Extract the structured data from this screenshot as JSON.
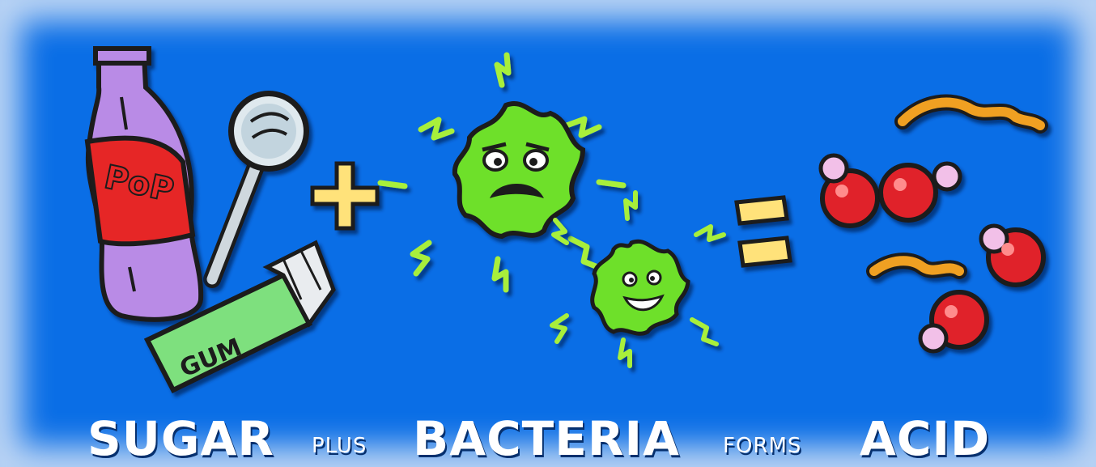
{
  "illustration": {
    "bottle_text": "PoP",
    "gum_text": "GUM",
    "colors": {
      "background": "#0a6ee6",
      "bottle": "#b98be6",
      "bottle_label": "#e62828",
      "gum_wrapper": "#7ee07e",
      "bacteria": "#6ee02a",
      "plus_sign": "#ffe27a",
      "acid_molecule": "#e0242b",
      "squiggle": "#f0a020"
    }
  },
  "caption": {
    "word1": "SUGAR",
    "connector1": "PLUS",
    "word2": "BACTERIA",
    "connector2": "FORMS",
    "word3": "ACID"
  }
}
